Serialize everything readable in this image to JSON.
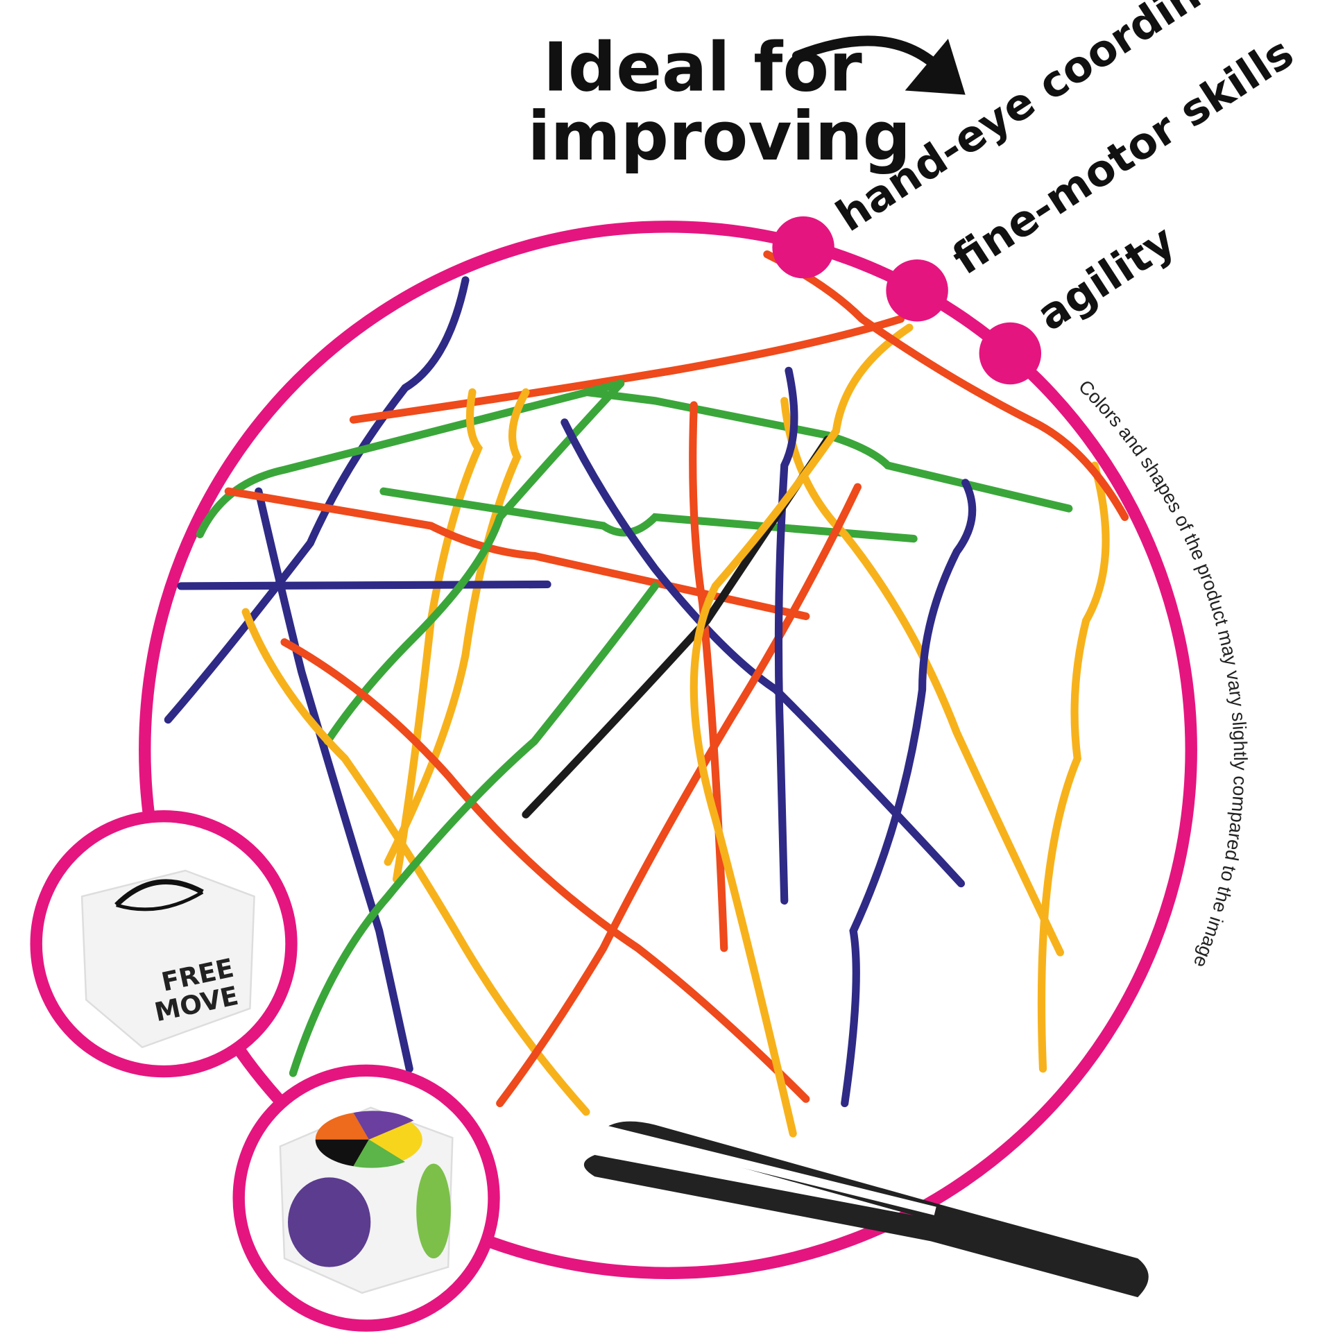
{
  "headline": {
    "line1": "Ideal for",
    "line2": "improving"
  },
  "skills": [
    "hand-eye coordination",
    "fine-motor skills",
    "agility"
  ],
  "disclaimer": "Colors and shapes of the product may vary slightly compared to the image",
  "dice_face": {
    "line1": "FREE",
    "line2": "MOVE"
  },
  "colors": {
    "accent": "#e5157f",
    "orange": "#ee4a1c",
    "yellow": "#f7b21b",
    "green": "#3aa63a",
    "navy": "#2e2a86",
    "black": "#1b1b1b"
  }
}
